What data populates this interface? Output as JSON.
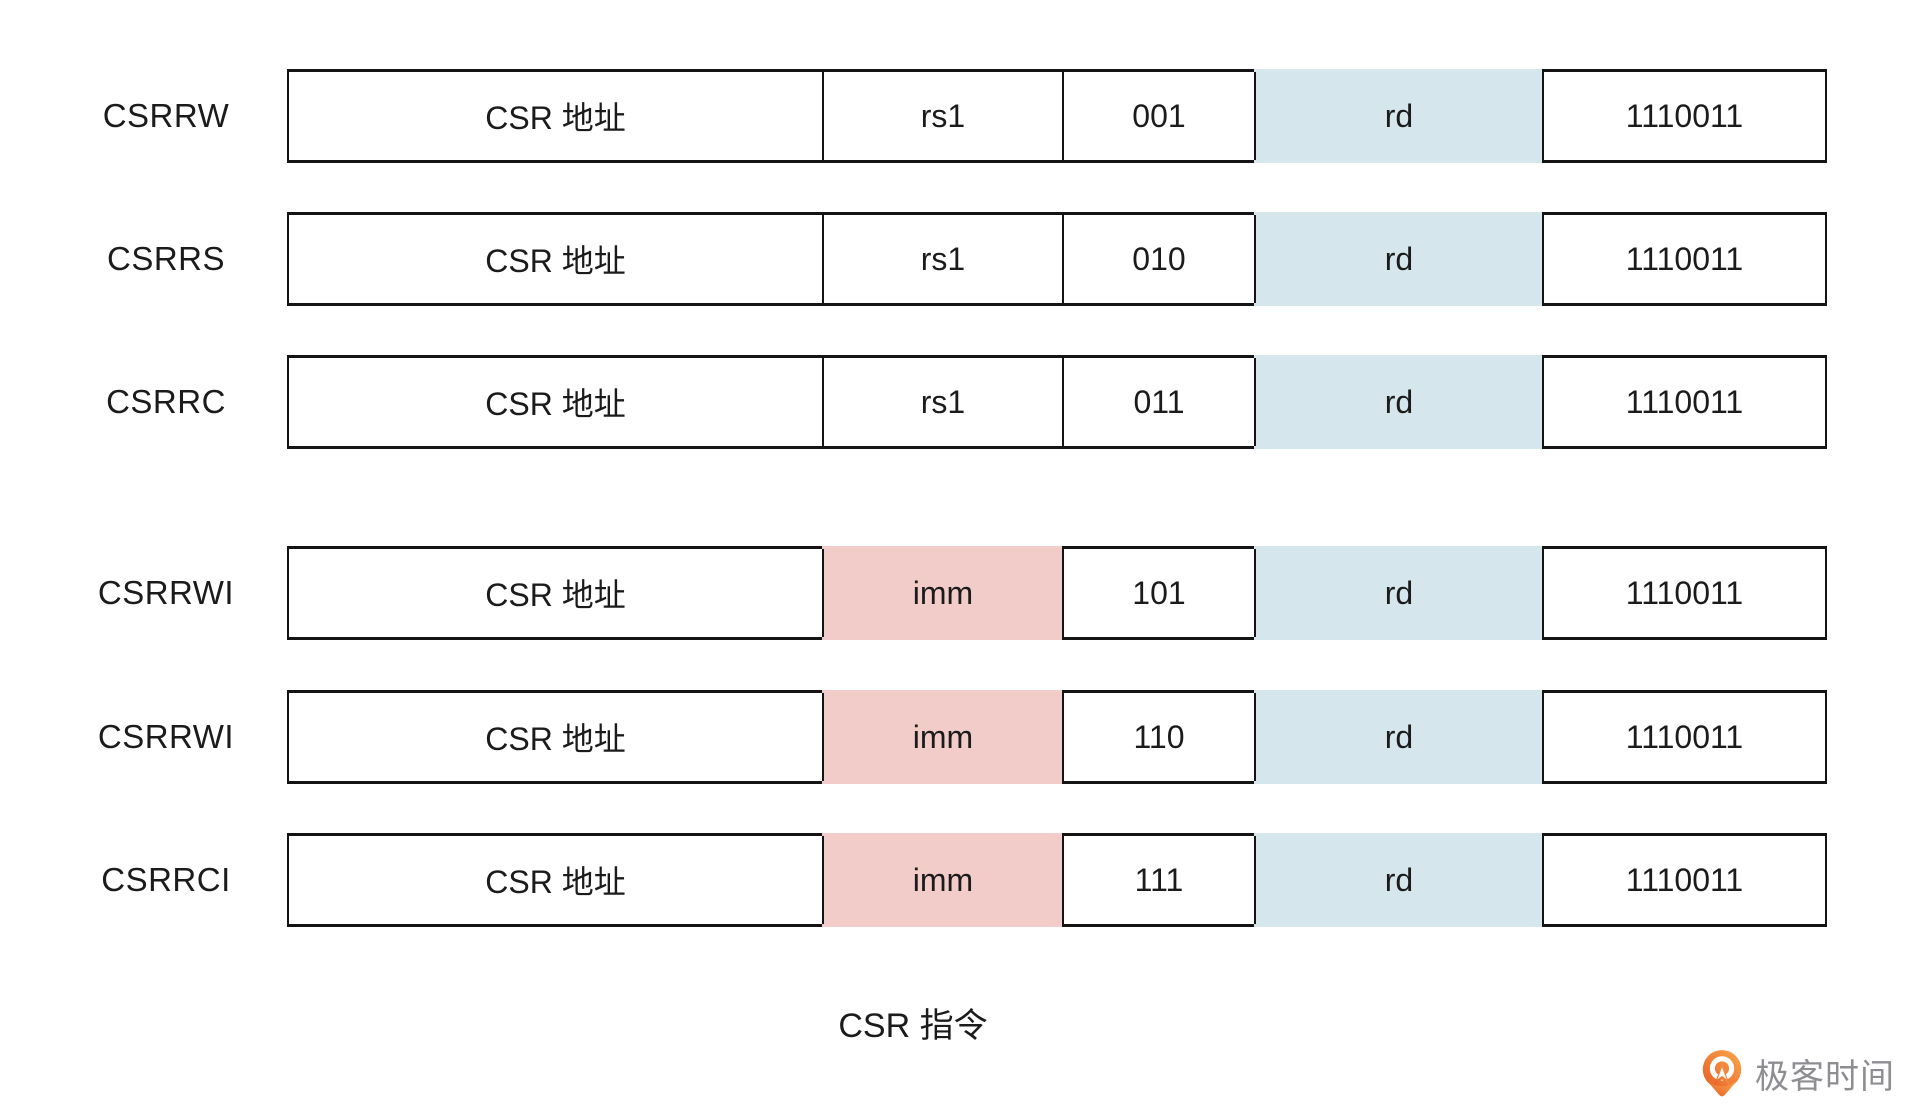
{
  "colors": {
    "border": "#141414",
    "text": "#1b1b1b",
    "rd_fill": "#d5e6ed",
    "imm_fill": "#f2ccc8",
    "logo_text": "#8e8e92",
    "logo_orange_light": "#f9a94c",
    "logo_orange_dark": "#e85d27"
  },
  "caption": "CSR 指令",
  "logo": {
    "text": "极客时间"
  },
  "rows": [
    {
      "label": "CSRRW",
      "cells": [
        {
          "text": "CSR 地址",
          "fill": "white"
        },
        {
          "text": "rs1",
          "fill": "white"
        },
        {
          "text": "001",
          "fill": "white"
        },
        {
          "text": "rd",
          "fill": "rd"
        },
        {
          "text": "1110011",
          "fill": "white"
        }
      ]
    },
    {
      "label": "CSRRS",
      "cells": [
        {
          "text": "CSR 地址",
          "fill": "white"
        },
        {
          "text": "rs1",
          "fill": "white"
        },
        {
          "text": "010",
          "fill": "white"
        },
        {
          "text": "rd",
          "fill": "rd"
        },
        {
          "text": "1110011",
          "fill": "white"
        }
      ]
    },
    {
      "label": "CSRRC",
      "cells": [
        {
          "text": "CSR 地址",
          "fill": "white"
        },
        {
          "text": "rs1",
          "fill": "white"
        },
        {
          "text": "011",
          "fill": "white"
        },
        {
          "text": "rd",
          "fill": "rd"
        },
        {
          "text": "1110011",
          "fill": "white"
        }
      ]
    },
    {
      "label": "CSRRWI",
      "cells": [
        {
          "text": "CSR 地址",
          "fill": "white"
        },
        {
          "text": "imm",
          "fill": "imm"
        },
        {
          "text": "101",
          "fill": "white"
        },
        {
          "text": "rd",
          "fill": "rd"
        },
        {
          "text": "1110011",
          "fill": "white"
        }
      ]
    },
    {
      "label": "CSRRWI",
      "cells": [
        {
          "text": "CSR 地址",
          "fill": "white"
        },
        {
          "text": "imm",
          "fill": "imm"
        },
        {
          "text": "110",
          "fill": "white"
        },
        {
          "text": "rd",
          "fill": "rd"
        },
        {
          "text": "1110011",
          "fill": "white"
        }
      ]
    },
    {
      "label": "CSRRCI",
      "cells": [
        {
          "text": "CSR 地址",
          "fill": "white"
        },
        {
          "text": "imm",
          "fill": "imm"
        },
        {
          "text": "111",
          "fill": "white"
        },
        {
          "text": "rd",
          "fill": "rd"
        },
        {
          "text": "1110011",
          "fill": "white"
        }
      ]
    }
  ]
}
